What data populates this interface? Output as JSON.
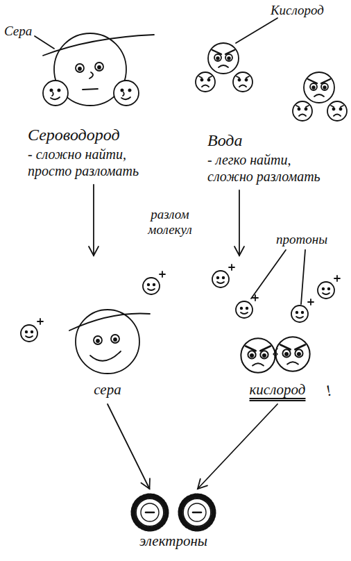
{
  "diagram": {
    "nodes": [
      {
        "text": [
          "Сероводород",
          "- сложно найти, просто разломать"
        ]
      },
      {
        "text": [
          "Вода",
          "- легко найти, сложно разломать"
        ]
      },
      {
        "text": [
          "сера"
        ]
      },
      {
        "text": [
          "кислород"
        ]
      },
      {
        "text": [
          "электроны"
        ]
      }
    ],
    "edges": [
      {
        "from": 0,
        "to": 2,
        "arrow": "to"
      },
      {
        "from": 1,
        "to": 3,
        "arrow": "to"
      },
      {
        "from": 2,
        "to": 4,
        "arrow": "to"
      },
      {
        "from": 3,
        "to": 4,
        "arrow": "to"
      }
    ],
    "labels": [
      "Сера",
      "Кислород",
      "разлом молекул",
      "протоны",
      "!"
    ]
  }
}
